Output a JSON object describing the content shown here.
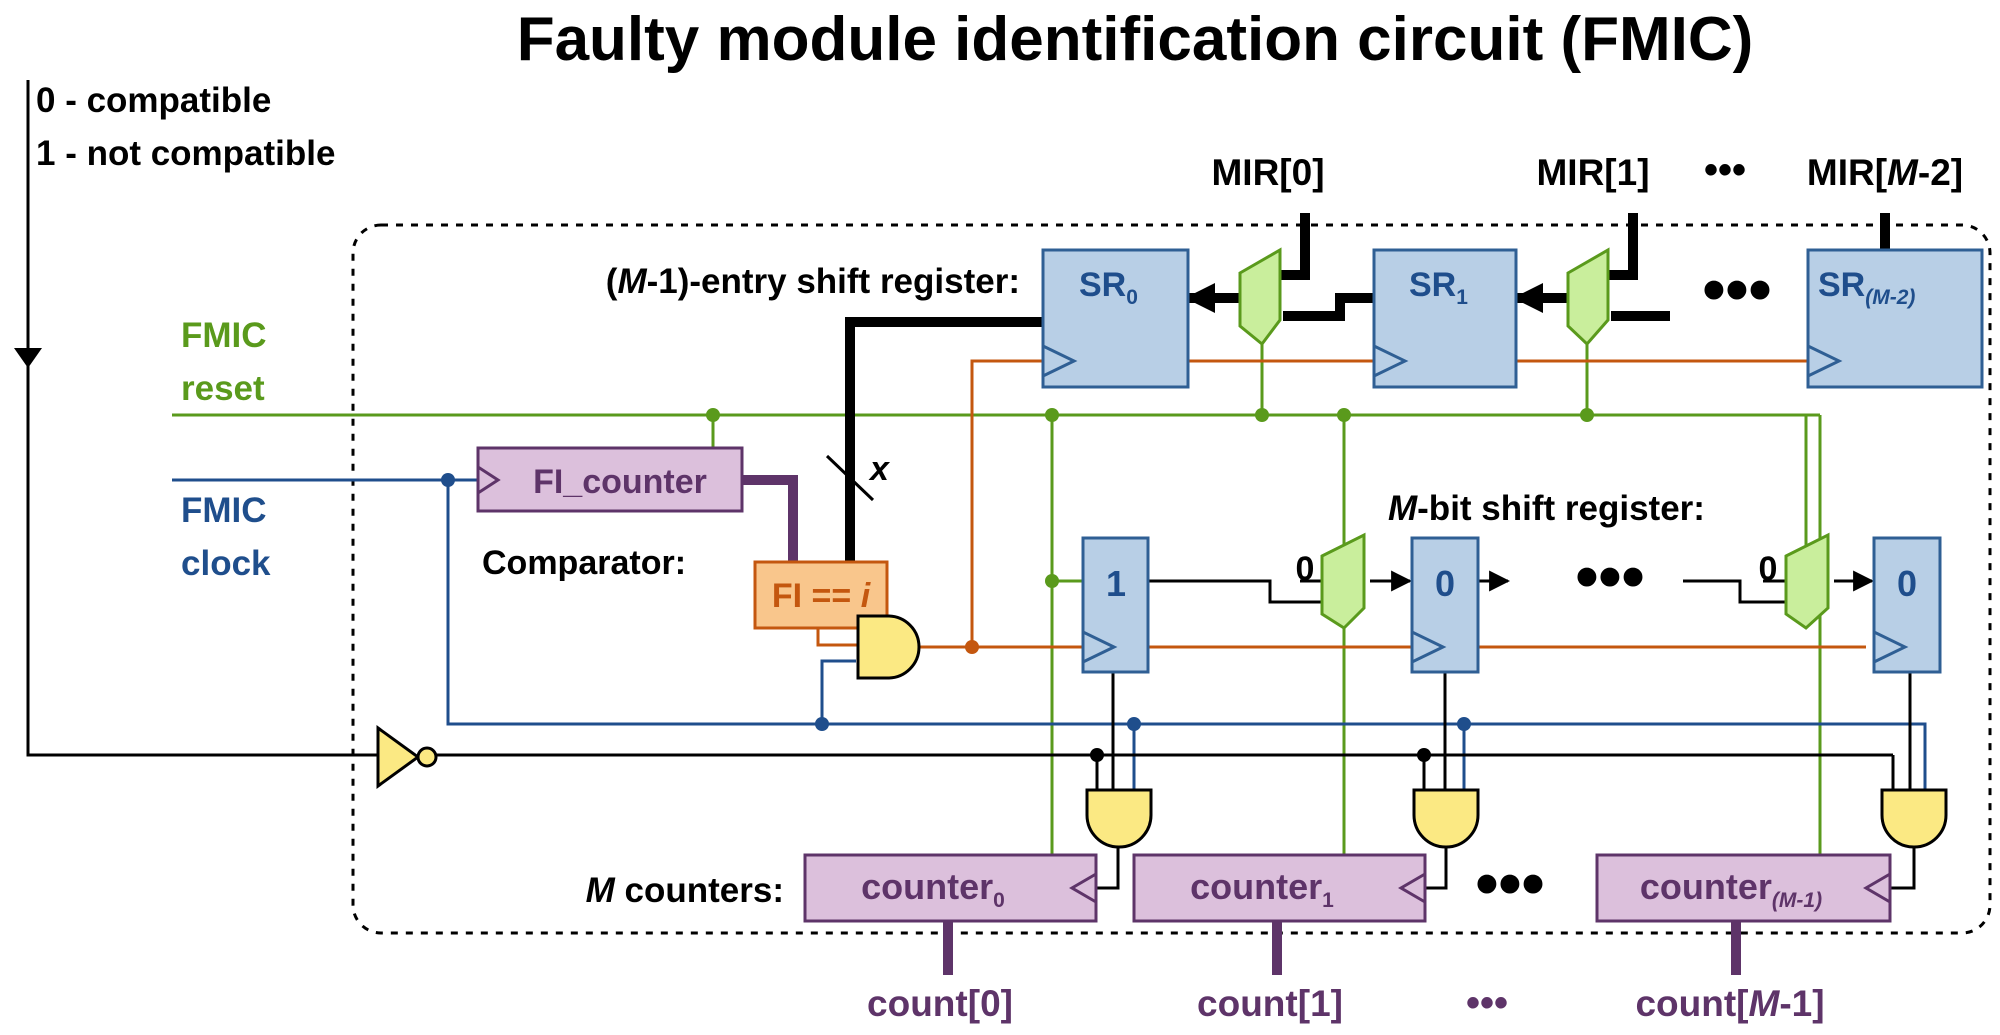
{
  "title": "Faulty module identification circuit (FMIC)",
  "legend": {
    "line0": "0 - compatible",
    "line1": "1 - not compatible"
  },
  "inputs": {
    "reset": {
      "line1": "FMIC",
      "line2": "reset"
    },
    "clock": {
      "line1": "FMIC",
      "line2": "clock"
    }
  },
  "mir_labels": [
    {
      "pre": "MIR[",
      "mid": "0",
      "post": "]"
    },
    {
      "pre": "MIR[",
      "mid": "1",
      "post": "]"
    },
    {
      "pre": "MIR[",
      "mid": "M",
      "post": "-2]"
    }
  ],
  "ellipsis": "•••",
  "shift_register_label": {
    "pre": "(",
    "ital": "M",
    "post": "-1)-entry shift register:"
  },
  "sr_boxes": [
    {
      "base": "SR",
      "sub": "0"
    },
    {
      "base": "SR",
      "sub": "1"
    },
    {
      "base": "SR",
      "sub": "(M-2)"
    }
  ],
  "fi_counter": "FI_counter",
  "comparator": {
    "label": "Comparator:",
    "text_pre": "FI == ",
    "text_ital": "i"
  },
  "bus_width": "x",
  "mbit_label": {
    "ital": "M",
    "post": "-bit shift register:"
  },
  "mbit_cells": [
    "1",
    "0",
    "0"
  ],
  "mux_inputs": [
    "0",
    "0"
  ],
  "counters_label": {
    "ital": "M",
    "post": " counters:"
  },
  "counters": [
    {
      "base": "counter",
      "sub": "0"
    },
    {
      "base": "counter",
      "sub": "1"
    },
    {
      "base": "counter",
      "sub": "(M-1)"
    }
  ],
  "count_outputs": [
    {
      "pre": "count[",
      "mid": "0",
      "post": "]"
    },
    {
      "pre": "count[",
      "mid": "1",
      "post": "]"
    },
    {
      "pre": "count[",
      "mid": "M",
      "post": "-1]"
    }
  ],
  "colors": {
    "green": "#5a9a1c",
    "blue": "#1f4e8c",
    "orange": "#c4570f",
    "purple": "#5e3469",
    "sr_fill": "#b8cfe6",
    "counter_fill": "#dcc0dc",
    "comparator_fill": "#f9c68c",
    "and_fill": "#fbe983",
    "mux_fill": "#c9ee9c"
  }
}
